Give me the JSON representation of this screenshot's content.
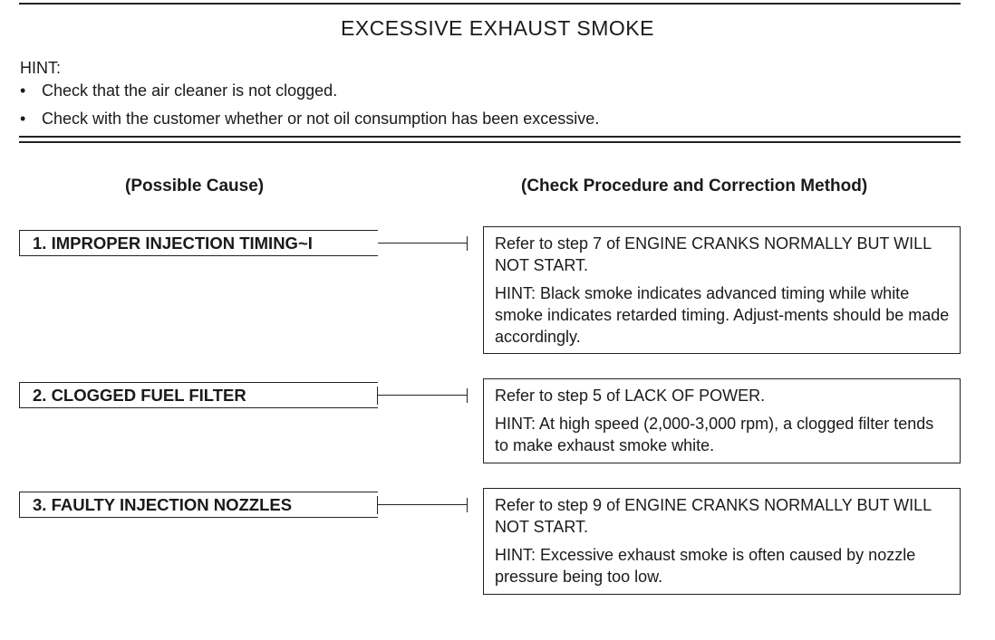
{
  "title": "EXCESSIVE EXHAUST SMOKE",
  "hint": {
    "label": "HINT:",
    "bullets": [
      "Check that the air cleaner is not clogged.",
      "Check with the customer whether or not oil consumption has been excessive."
    ]
  },
  "columns": {
    "cause": "(Possible Cause)",
    "procedure": "(Check Procedure and Correction Method)"
  },
  "items": [
    {
      "cause": "1. IMPROPER INJECTION TIMING~I",
      "procedure": "Refer to step 7 of ENGINE CRANKS NORMALLY BUT WILL NOT START.",
      "hint": "HINT:  Black smoke indicates advanced timing while white smoke indicates retarded timing. Adjust-ments should be made accordingly."
    },
    {
      "cause": "2. CLOGGED FUEL FILTER",
      "procedure": "Refer to step 5 of LACK OF POWER.",
      "hint": "HINT:  At high speed (2,000-3,000 rpm), a clogged filter tends to make exhaust smoke white."
    },
    {
      "cause": "3. FAULTY INJECTION NOZZLES",
      "procedure": "Refer to step 9 of ENGINE CRANKS NORMALLY BUT WILL NOT START.",
      "hint": "HINT:  Excessive exhaust smoke is often caused by nozzle pressure being too low."
    }
  ]
}
